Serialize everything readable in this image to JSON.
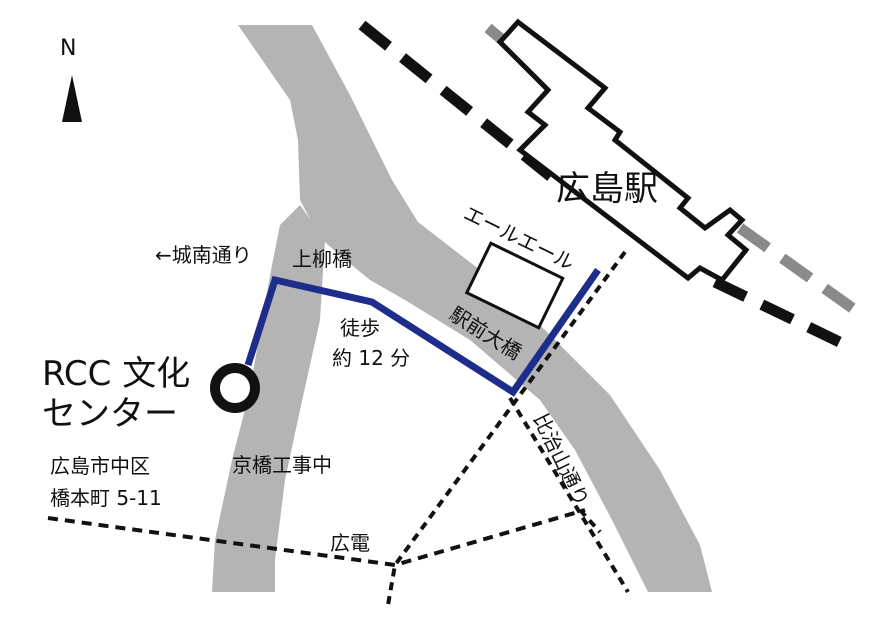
{
  "compass": {
    "label": "N"
  },
  "station": {
    "label": "広島駅"
  },
  "landmarks": {
    "building": "エールエール",
    "construction": "京橋工事中"
  },
  "venue": {
    "name_line1": "RCC 文化",
    "name_line2": "センター",
    "address_line1": "広島市中区",
    "address_line2": "橋本町 5-11"
  },
  "streets": {
    "jonan": "←城南通り",
    "hijiyama": "比治山通り"
  },
  "bridges": {
    "kamiyanagi": "上柳橋",
    "ekimae": "駅前大橋"
  },
  "walk": {
    "line1": "徒歩",
    "line2": "約 12 分"
  },
  "tram": {
    "label": "広電"
  },
  "colors": {
    "river": "#b4b4b4",
    "route": "#1e2d8c",
    "rail_gray": "#8a8a8a",
    "ink": "#111111"
  }
}
